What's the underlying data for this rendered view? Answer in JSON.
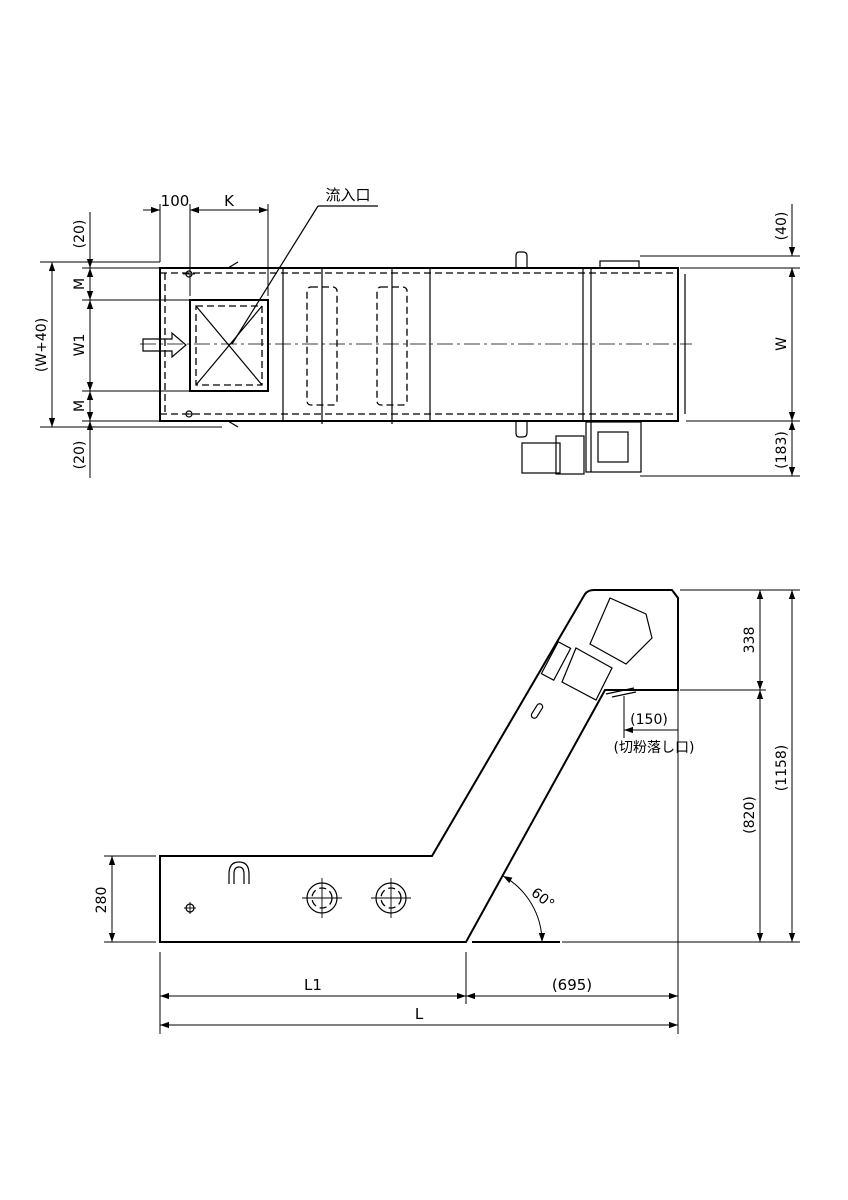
{
  "top_view": {
    "labels": {
      "dim_100": "100",
      "dim_k": "K",
      "inlet": "流入口",
      "dim_20_top": "(20)",
      "dim_m_top": "M",
      "dim_w1": "W1",
      "dim_m_bottom": "M",
      "dim_20_bottom": "(20)",
      "dim_w_plus_40": "(W+40)",
      "dim_40": "(40)",
      "dim_w": "W",
      "dim_183": "(183)"
    }
  },
  "side_view": {
    "labels": {
      "dim_280": "280",
      "dim_338": "338",
      "dim_150": "(150)",
      "chip_outlet": "(切粉落し口)",
      "dim_820": "(820)",
      "dim_1158": "(1158)",
      "angle": "60°",
      "dim_l1": "L1",
      "dim_695": "(695)",
      "dim_l": "L"
    }
  }
}
